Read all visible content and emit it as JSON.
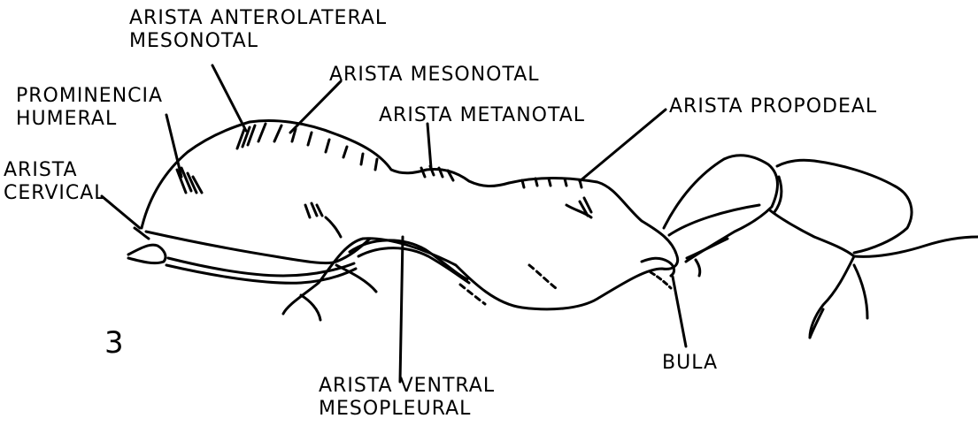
{
  "figure_number": "3",
  "labels": {
    "anterolateral_mesonotal": [
      "ARISTA ANTEROLATERAL",
      "MESONOTAL"
    ],
    "mesonotal": "ARISTA MESONOTAL",
    "prominencia_humeral": [
      "PROMINENCIA",
      "HUMERAL"
    ],
    "metanotal": "ARISTA METANOTAL",
    "propodeal": "ARISTA PROPODEAL",
    "cervical": [
      "ARISTA",
      "CERVICAL"
    ],
    "bula": "BULA",
    "ventral_mesopleural": [
      "ARISTA VENTRAL",
      "MESOPLEURAL"
    ]
  }
}
